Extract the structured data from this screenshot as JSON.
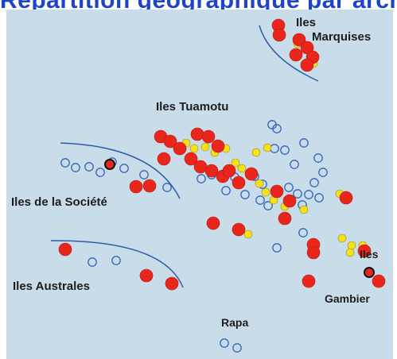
{
  "title": "Répartition géographique par archipel",
  "labels": {
    "marquises_l1": "Iles",
    "marquises_l2": "Marquises",
    "tuamotu": "Iles Tuamotu",
    "societe": "Iles de la Société",
    "australes": "Iles Australes",
    "gambier_l1": "Iles",
    "gambier_l2": "Gambier",
    "rapa": "Rapa"
  },
  "colors": {
    "sea": "#c9dcea",
    "red": "#e8261c",
    "yellow": "#f5e11a",
    "blue_outline": "#3566b7",
    "arc": "#2f5da8",
    "title": "#1f44c8"
  },
  "symbols": [
    "red-filled-circle",
    "yellow-filled-circle",
    "blue-outline-circle"
  ]
}
